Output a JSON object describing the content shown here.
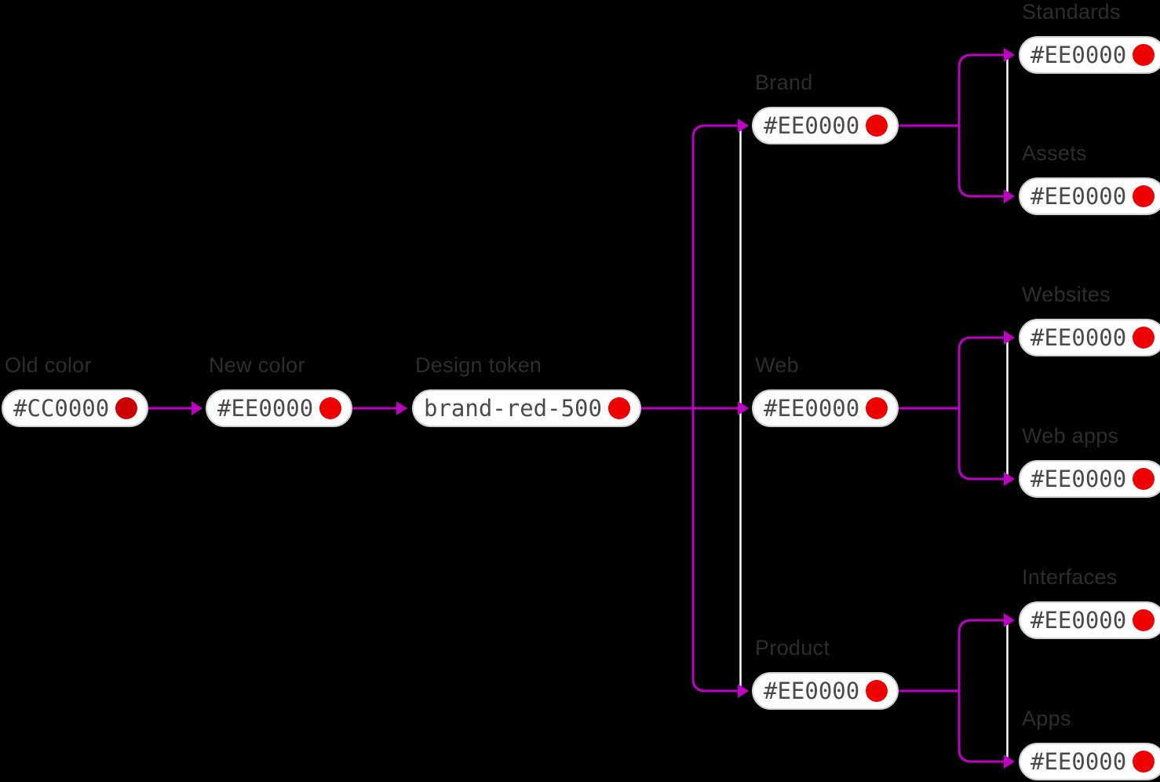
{
  "diagram": {
    "background": "#000000",
    "arrow_color": "#BE00C3",
    "rail_color": "#FFFFFF",
    "pill_border_color": "#D2D2D2",
    "pill_text_color": "#4A4A4A",
    "label_color": "#2D2D2D",
    "nodes": {
      "old_color": {
        "label": "Old color",
        "value": "#CC0000",
        "dot": "#CC0000"
      },
      "new_color": {
        "label": "New color",
        "value": "#EE0000",
        "dot": "#EE0000"
      },
      "design_token": {
        "label": "Design token",
        "value": "brand-red-500",
        "dot": "#EE0000"
      },
      "brand": {
        "label": "Brand",
        "value": "#EE0000",
        "dot": "#EE0000"
      },
      "web": {
        "label": "Web",
        "value": "#EE0000",
        "dot": "#EE0000"
      },
      "product": {
        "label": "Product",
        "value": "#EE0000",
        "dot": "#EE0000"
      },
      "standards": {
        "label": "Standards",
        "value": "#EE0000",
        "dot": "#EE0000"
      },
      "assets": {
        "label": "Assets",
        "value": "#EE0000",
        "dot": "#EE0000"
      },
      "websites": {
        "label": "Websites",
        "value": "#EE0000",
        "dot": "#EE0000"
      },
      "web_apps": {
        "label": "Web apps",
        "value": "#EE0000",
        "dot": "#EE0000"
      },
      "interfaces": {
        "label": "Interfaces",
        "value": "#EE0000",
        "dot": "#EE0000"
      },
      "apps": {
        "label": "Apps",
        "value": "#EE0000",
        "dot": "#EE0000"
      }
    }
  }
}
